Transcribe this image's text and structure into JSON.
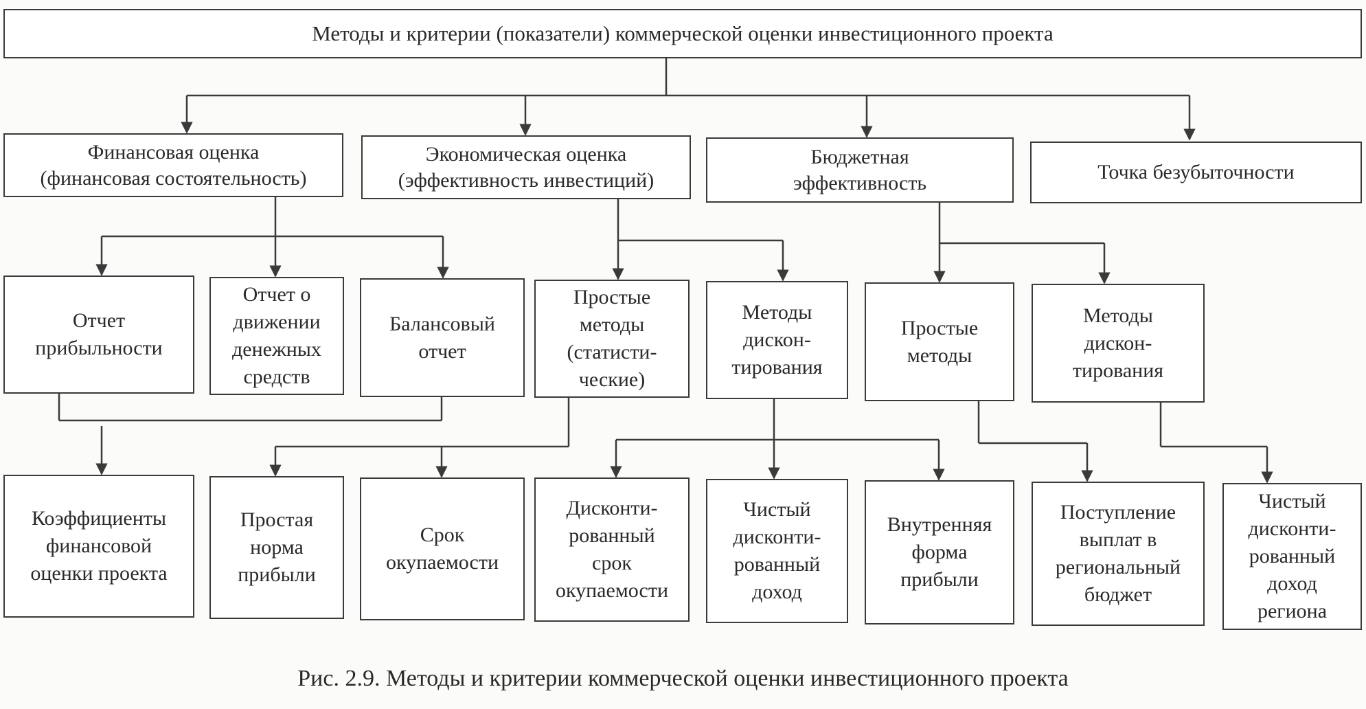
{
  "diagram": {
    "root": "Методы и критерии (показатели) коммерческой оценки инвестиционного проекта",
    "level1": [
      "Финансовая оценка\n(финансовая состоятельность)",
      "Экономическая оценка\n(эффективность инвестиций)",
      "Бюджетная\nэффективность",
      "Точка безубыточности"
    ],
    "level2": [
      "Отчет\nприбыльности",
      "Отчет о\nдвижении\nденежных\nсредств",
      "Балансовый\nотчет",
      "Простые\nметоды\n(статисти-\nческие)",
      "Методы\nдискон-\nтирования",
      "Простые\nметоды",
      "Методы\nдискон-\nтирования"
    ],
    "level3": [
      "Коэффициенты\nфинансовой\nоценки проекта",
      "Простая\nнорма\nприбыли",
      "Срок\nокупаемости",
      "Дисконти-\nрованный\nсрок\nокупаемости",
      "Чистый\nдисконти-\nрованный\nдоход",
      "Внутренняя\nформа\nприбыли",
      "Поступление\nвыплат в\nрегиональный\nбюджет",
      "Чистый\nдисконти-\nрованный\nдоход\nрегиона"
    ],
    "caption": "Рис. 2.9. Методы и критерии коммерческой оценки инвестиционного проекта"
  },
  "colors": {
    "line": "#3a3a3a",
    "paper": "#fbfbf9"
  }
}
